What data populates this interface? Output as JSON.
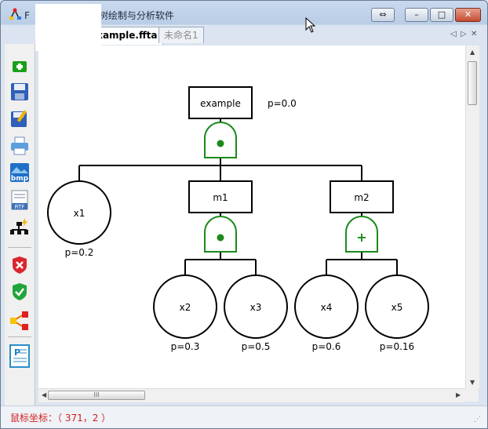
{
  "window": {
    "title_visible": "F",
    "title_suffix": "故障树绘制与分析软件",
    "restore_glyph": "⇔",
    "min_glyph": "–",
    "max_glyph": "□",
    "close_glyph": "✕"
  },
  "tabs": [
    {
      "label": "Example.ffta",
      "active": true
    },
    {
      "label": "未命名1",
      "active": false
    }
  ],
  "tab_nav": {
    "prev": "◁",
    "next": "▷",
    "close": "✕"
  },
  "toolbar_icons": [
    "new-icon",
    "save-icon",
    "save-as-icon",
    "print-icon",
    "bmp-export-icon",
    "rtf-export-icon",
    "auto-layout-icon",
    "delete-icon",
    "check-icon",
    "tree-icon",
    "report-icon"
  ],
  "tree": {
    "top": {
      "label": "example",
      "prob": "p=0.0"
    },
    "gate_top": "and",
    "m1": {
      "label": "m1"
    },
    "m2": {
      "label": "m2"
    },
    "gate_m1": "and",
    "gate_m2": "or",
    "gate_or_symbol": "+",
    "events": [
      {
        "label": "x1",
        "prob": "p=0.2"
      },
      {
        "label": "x2",
        "prob": "p=0.3"
      },
      {
        "label": "x3",
        "prob": "p=0.5"
      },
      {
        "label": "x4",
        "prob": "p=0.6"
      },
      {
        "label": "x5",
        "prob": "p=0.16"
      }
    ]
  },
  "scroll": {
    "h_thumb": "III"
  },
  "status": {
    "text": "鼠标坐标：（ 371，2 ）",
    "color": "#d02020"
  },
  "colors": {
    "gate": "#1a8a1a",
    "status": "#d02020"
  }
}
